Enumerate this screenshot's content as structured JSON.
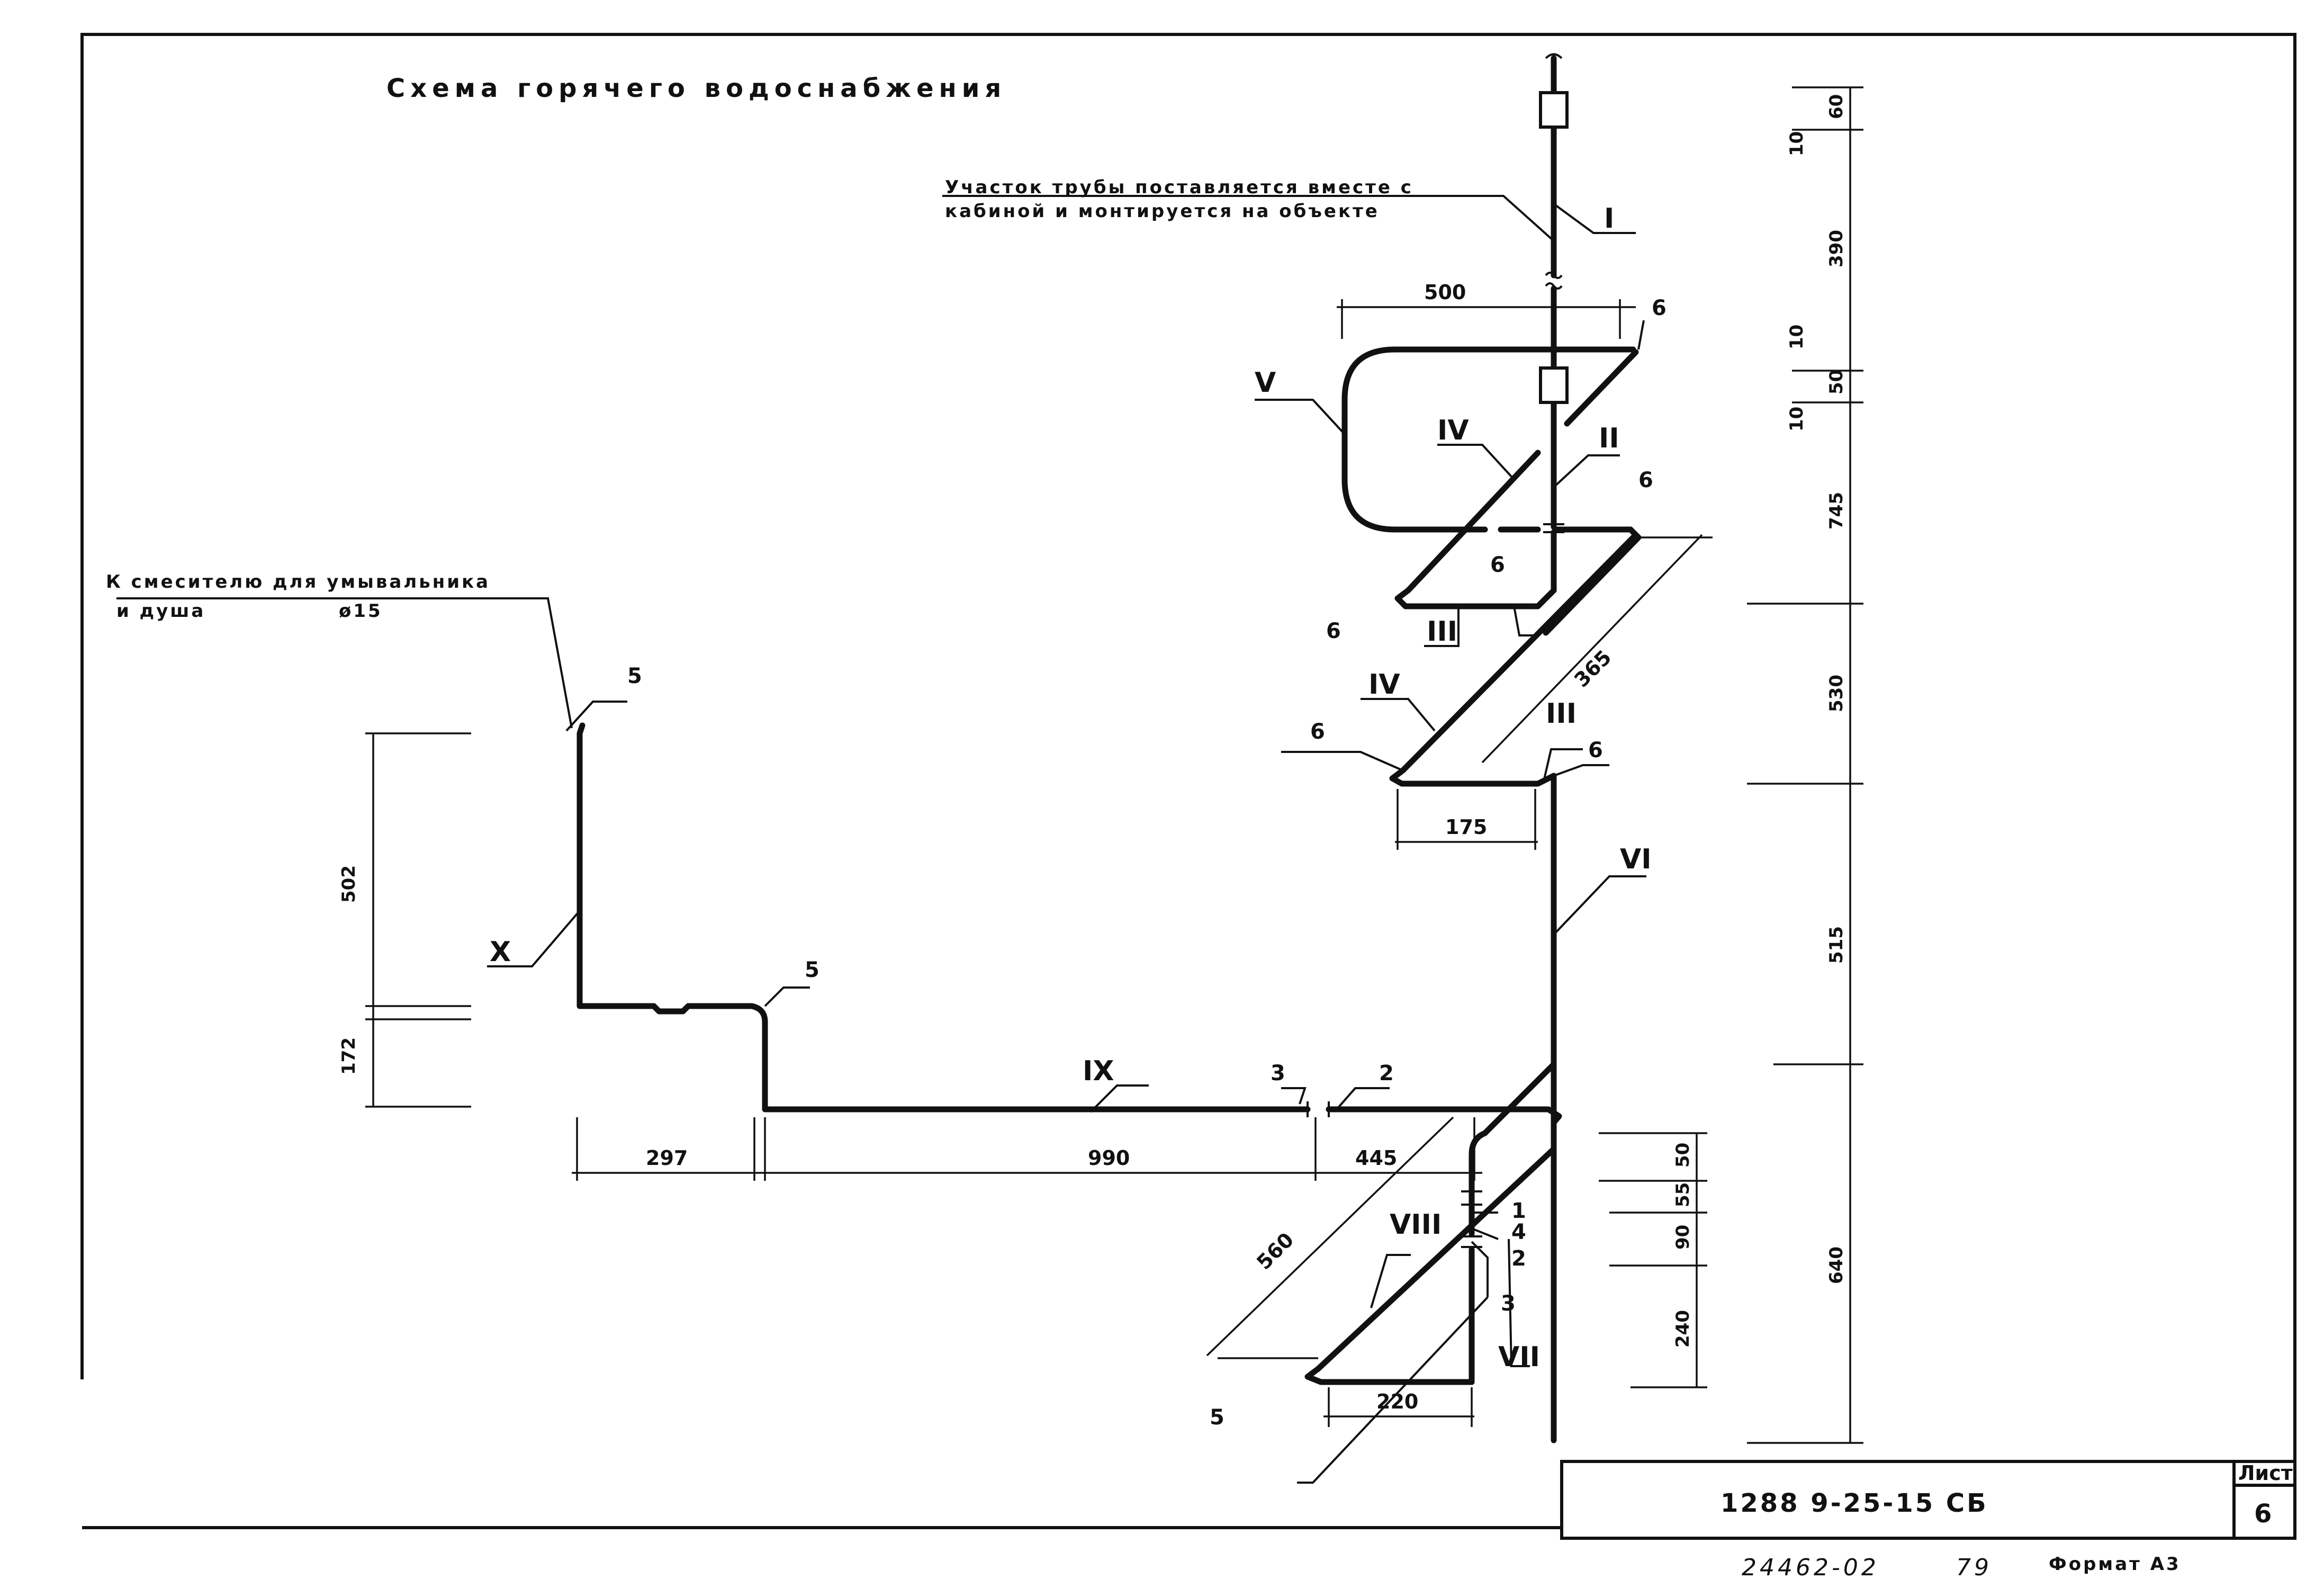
{
  "title": "Схема горячего водоснабжения",
  "notes": {
    "supply_line1": "Участок трубы поставляется вместе с",
    "supply_line2": "кабиной и монтируется на объекте",
    "mixer_line1": "К смесителю для умывальника",
    "mixer_line2": "и душа",
    "mixer_diameter": "ø15"
  },
  "sections": {
    "I": "I",
    "II": "II",
    "III": "III",
    "IV": "IV",
    "V": "V",
    "VI": "VI",
    "VII": "VII",
    "VIII": "VIII",
    "IX": "IX",
    "X": "X"
  },
  "parts": {
    "p1": "1",
    "p2": "2",
    "p3": "3",
    "p4": "4",
    "p5": "5",
    "p6": "6"
  },
  "dimensions": {
    "d500": "500",
    "d365": "365",
    "d175": "175",
    "d502": "502",
    "d172": "172",
    "d297": "297",
    "d990": "990",
    "d445": "445",
    "d560": "560",
    "d220": "220",
    "r60": "60",
    "r10a": "10",
    "r390": "390",
    "r10b": "10",
    "r50": "50",
    "r10c": "10",
    "r745": "745",
    "r530": "530",
    "r515": "515",
    "r640": "640",
    "s50": "50",
    "s55": "55",
    "s90": "90",
    "s240": "240"
  },
  "title_block": {
    "doc_code": "1288 9-25-15 СБ",
    "sheet_label": "Лист",
    "sheet_number": "6",
    "inventory": "24462-02",
    "number": "79",
    "format": "Формат А3"
  }
}
